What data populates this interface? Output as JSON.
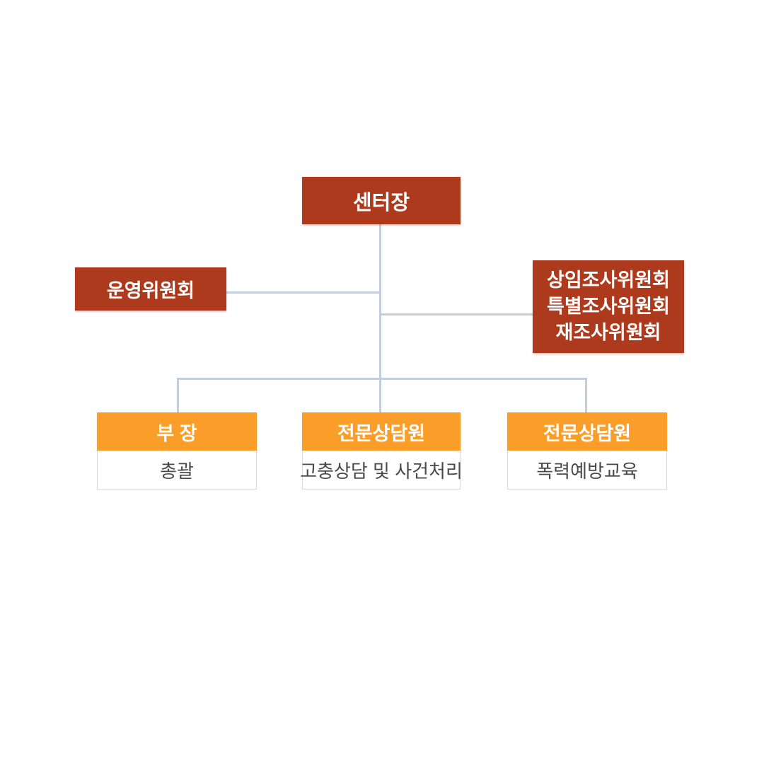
{
  "org": {
    "root": {
      "label": "센터장"
    },
    "left_committee": {
      "label": "운영위원회"
    },
    "right_committee": {
      "lines": [
        "상임조사위원회",
        "특별조사위원회",
        "재조사위원회"
      ]
    },
    "departments": [
      {
        "title": "부 장",
        "role": "총괄"
      },
      {
        "title": "전문상담원",
        "role": "고충상담 및 사건처리"
      },
      {
        "title": "전문상담원",
        "role": "폭력예방교육"
      }
    ]
  },
  "colors": {
    "dark_red": "#ae3a1e",
    "orange": "#fb9e29",
    "connector": "#c3cddc",
    "body_text": "#4a4a4a",
    "body_border": "#d9d9d9",
    "canvas_bg": "#ffffff"
  }
}
